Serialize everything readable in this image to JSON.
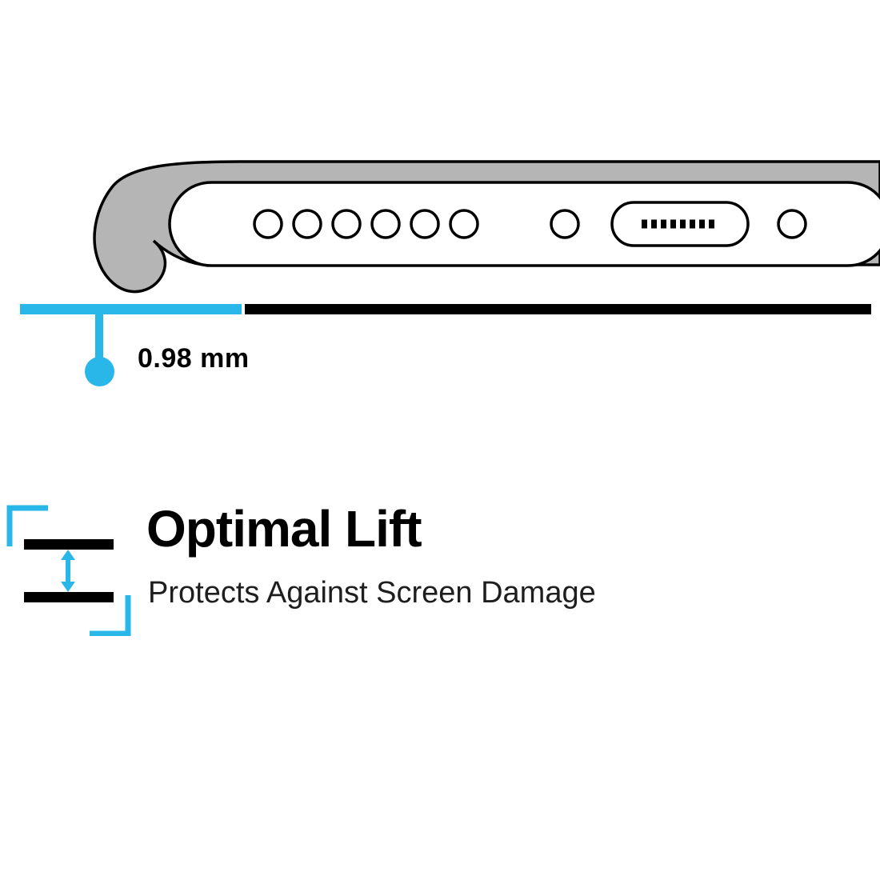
{
  "colors": {
    "accent": "#29b7ea",
    "case_gray": "#b5b5b5",
    "ink": "#000000",
    "subtitle_ink": "#1e1e1e"
  },
  "illustration": {
    "description": "side-profile of phone bottom edge inside raised-lip case",
    "speaker_hole_count": 6,
    "port": "charging-port"
  },
  "measurement": {
    "label": "0.98 mm"
  },
  "feature": {
    "title": "Optimal Lift",
    "subtitle": "Protects Against Screen Damage"
  }
}
